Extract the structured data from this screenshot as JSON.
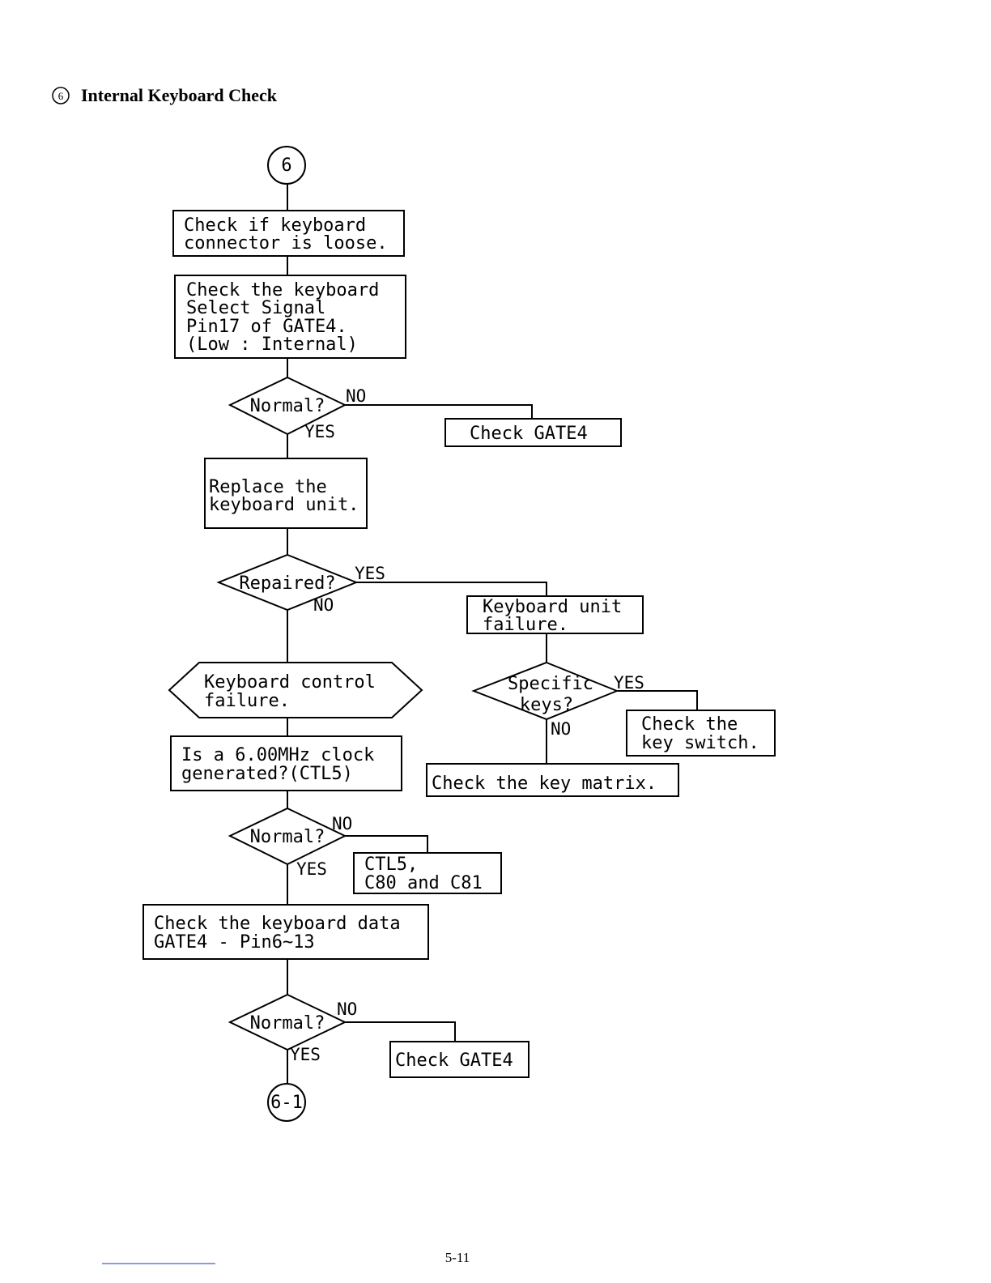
{
  "header": {
    "section_number": "6",
    "title": "Internal Keyboard Check"
  },
  "flowchart": {
    "start_connector": "6",
    "end_connector": "6-1",
    "boxes": {
      "check_connector": [
        "Check if keyboard",
        "connector is loose."
      ],
      "check_select_signal": [
        "Check the keyboard",
        "Select Signal",
        "Pin17 of GATE4.",
        "(Low : Internal)"
      ],
      "check_gate4_a": [
        "Check GATE4"
      ],
      "replace_keyboard": [
        "Replace the",
        "keyboard unit."
      ],
      "keyboard_unit_failure": [
        "Keyboard unit",
        "failure."
      ],
      "keyboard_control_failure": [
        "Keyboard control",
        "failure."
      ],
      "check_key_switch": [
        "Check the",
        "key switch."
      ],
      "check_key_matrix": [
        "Check the key matrix."
      ],
      "clock_check": [
        "Is a 6.00MHz clock",
        "generated?(CTL5)"
      ],
      "ctl5_parts": [
        "CTL5,",
        "C80 and C81"
      ],
      "check_keyboard_data": [
        "Check the keyboard data",
        "GATE4 - Pin6~13"
      ],
      "check_gate4_b": [
        "Check GATE4"
      ]
    },
    "decisions": {
      "normal_1": [
        "Normal?"
      ],
      "repaired": [
        "Repaired?"
      ],
      "specific_keys": [
        "Specific",
        "keys?"
      ],
      "normal_2": [
        "Normal?"
      ],
      "normal_3": [
        "Normal?"
      ]
    },
    "branch_labels": {
      "yes": "YES",
      "no": "NO"
    }
  },
  "footer": {
    "page_number": "5-11"
  }
}
